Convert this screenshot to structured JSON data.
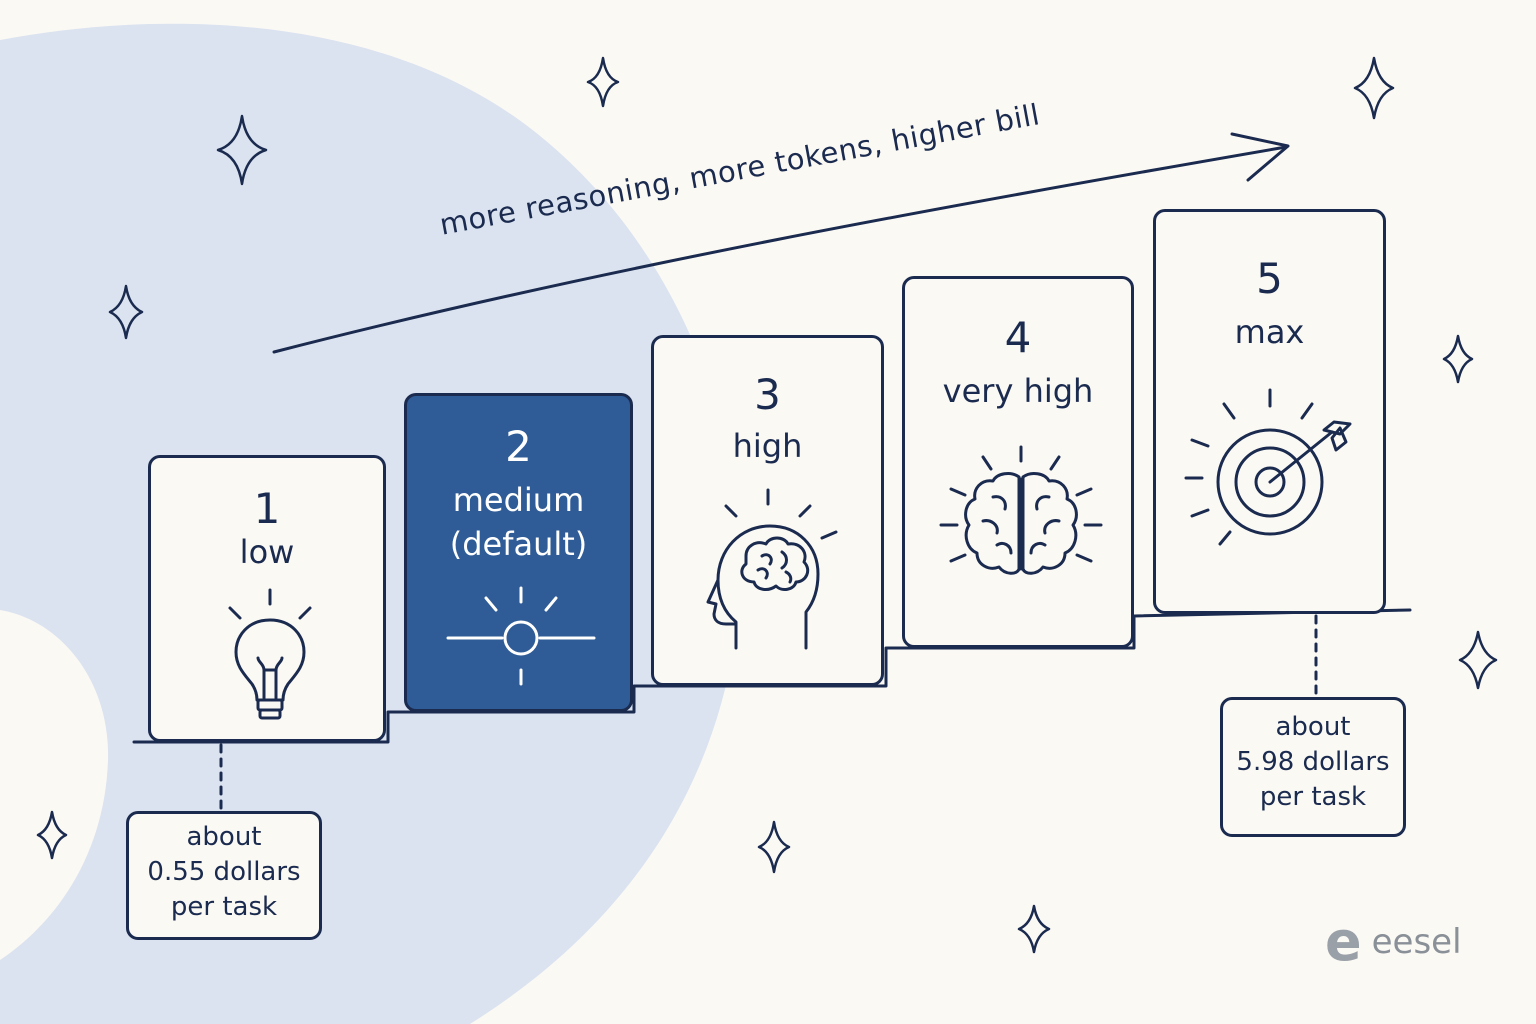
{
  "arrow_label": "more reasoning, more tokens, higher bill",
  "levels": [
    {
      "number": "1",
      "label": "low",
      "icon": "lightbulb-icon"
    },
    {
      "number": "2",
      "label_line1": "medium",
      "label_line2": "(default)",
      "icon": "sun-icon",
      "active": true
    },
    {
      "number": "3",
      "label": "high",
      "icon": "head-brain-icon"
    },
    {
      "number": "4",
      "label": "very high",
      "icon": "brain-icon"
    },
    {
      "number": "5",
      "label": "max",
      "icon": "target-icon"
    }
  ],
  "costs": {
    "low": {
      "line1": "about",
      "line2": "0.55 dollars",
      "line3": "per task"
    },
    "max": {
      "line1": "about",
      "line2": "5.98 dollars",
      "line3": "per task"
    }
  },
  "brand": {
    "mark": "e",
    "name": "eesel"
  },
  "colors": {
    "ink": "#1b2b4f",
    "accent": "#2f5c96",
    "blob": "#dbe3f0",
    "background": "#fbf9f4"
  }
}
